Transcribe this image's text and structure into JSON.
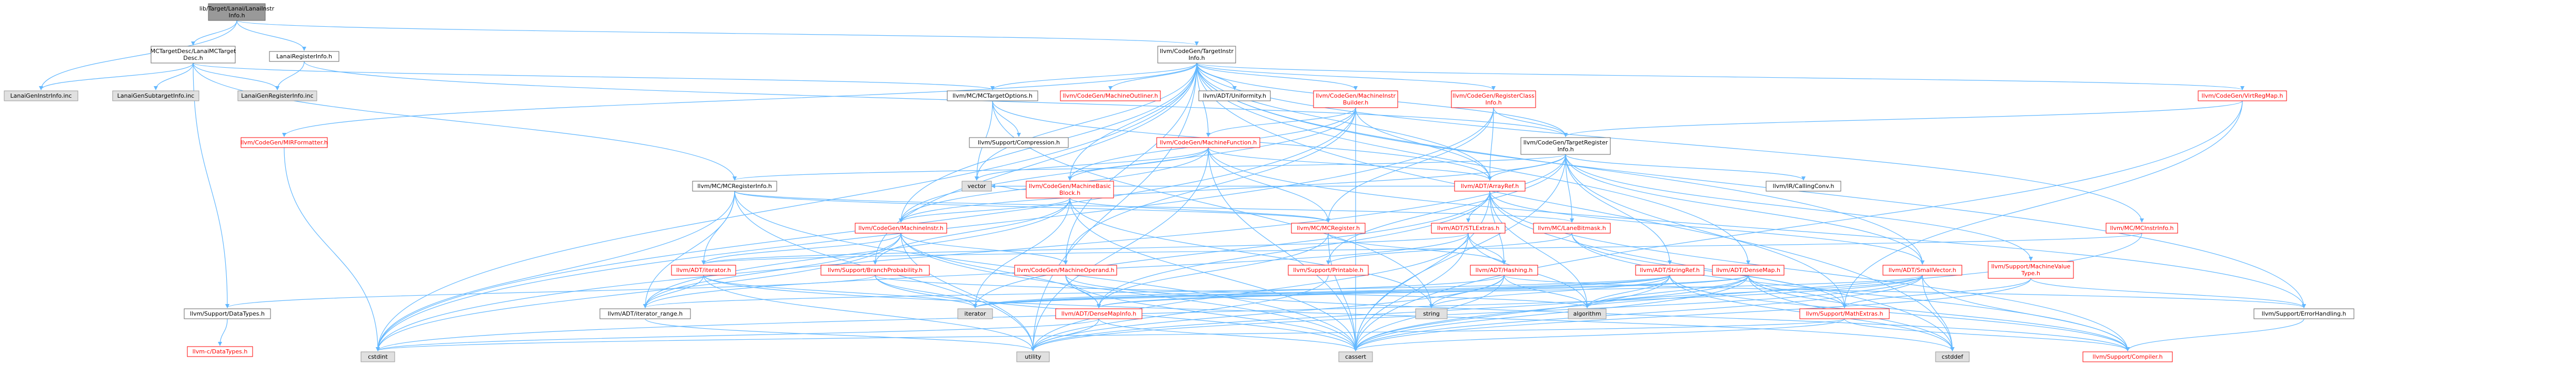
{
  "graph": {
    "colors": {
      "root_fill": "#999999",
      "node_fill": "#ffffff",
      "node_stroke": "#666666",
      "external_fill": "#e0e0e0",
      "external_stroke": "#999999",
      "truncated_stroke": "#ff0000",
      "edge": "#63b8ff",
      "text": "#000000",
      "red_text": "#ff0000"
    },
    "nodes": [
      {
        "id": "root",
        "lines": [
          "lib/Target/Lanai/LanaiInstr",
          "Info.h"
        ],
        "style": "root"
      },
      {
        "id": "mctd",
        "lines": [
          "MCTargetDesc/LanaiMCTarget",
          "Desc.h"
        ],
        "style": "normal"
      },
      {
        "id": "lri",
        "lines": [
          "LanaiRegisterInfo.h"
        ],
        "style": "normal"
      },
      {
        "id": "tii",
        "lines": [
          "llvm/CodeGen/TargetInstr",
          "Info.h"
        ],
        "style": "normal"
      },
      {
        "id": "instrinc",
        "lines": [
          "LanaiGenInstrInfo.inc"
        ],
        "style": "external"
      },
      {
        "id": "subinc",
        "lines": [
          "LanaiGenSubtargetInfo.inc"
        ],
        "style": "external"
      },
      {
        "id": "reginc",
        "lines": [
          "LanaiGenRegisterInfo.inc"
        ],
        "style": "external"
      },
      {
        "id": "mctopt",
        "lines": [
          "llvm/MC/MCTargetOptions.h"
        ],
        "style": "normal"
      },
      {
        "id": "mirfmt",
        "lines": [
          "llvm/CodeGen/MIRFormatter.h"
        ],
        "style": "truncated"
      },
      {
        "id": "mcout",
        "lines": [
          "llvm/CodeGen/MachineOutliner.h"
        ],
        "style": "truncated"
      },
      {
        "id": "unif",
        "lines": [
          "llvm/ADT/Uniformity.h"
        ],
        "style": "normal"
      },
      {
        "id": "mib",
        "lines": [
          "llvm/CodeGen/MachineInstr",
          "Builder.h"
        ],
        "style": "truncated"
      },
      {
        "id": "rcinfo",
        "lines": [
          "llvm/CodeGen/RegisterClass",
          "Info.h"
        ],
        "style": "truncated"
      },
      {
        "id": "vrm",
        "lines": [
          "llvm/CodeGen/VirtRegMap.h"
        ],
        "style": "truncated"
      },
      {
        "id": "compr",
        "lines": [
          "llvm/Support/Compression.h"
        ],
        "style": "normal"
      },
      {
        "id": "mf",
        "lines": [
          "llvm/CodeGen/MachineFunction.h"
        ],
        "style": "truncated"
      },
      {
        "id": "tri",
        "lines": [
          "llvm/CodeGen/TargetRegister",
          "Info.h"
        ],
        "style": "normal"
      },
      {
        "id": "mcri",
        "lines": [
          "llvm/MC/MCRegisterInfo.h"
        ],
        "style": "normal"
      },
      {
        "id": "mbb",
        "lines": [
          "llvm/CodeGen/MachineBasic",
          "Block.h"
        ],
        "style": "truncated"
      },
      {
        "id": "vector",
        "lines": [
          "vector"
        ],
        "style": "external"
      },
      {
        "id": "arrayref",
        "lines": [
          "llvm/ADT/ArrayRef.h"
        ],
        "style": "truncated"
      },
      {
        "id": "callconv",
        "lines": [
          "llvm/IR/CallingConv.h"
        ],
        "style": "normal"
      },
      {
        "id": "mi",
        "lines": [
          "llvm/CodeGen/MachineInstr.h"
        ],
        "style": "truncated"
      },
      {
        "id": "mcreg",
        "lines": [
          "llvm/MC/MCRegister.h"
        ],
        "style": "truncated"
      },
      {
        "id": "stlext",
        "lines": [
          "llvm/ADT/STLExtras.h"
        ],
        "style": "truncated"
      },
      {
        "id": "lanemask",
        "lines": [
          "llvm/MC/LaneBitmask.h"
        ],
        "style": "truncated"
      },
      {
        "id": "mcii",
        "lines": [
          "llvm/MC/MCInstrInfo.h"
        ],
        "style": "truncated"
      },
      {
        "id": "iterator",
        "lines": [
          "llvm/ADT/iterator.h"
        ],
        "style": "truncated"
      },
      {
        "id": "branchprob",
        "lines": [
          "llvm/Support/BranchProbability.h"
        ],
        "style": "truncated"
      },
      {
        "id": "mo",
        "lines": [
          "llvm/CodeGen/MachineOperand.h"
        ],
        "style": "truncated"
      },
      {
        "id": "printable",
        "lines": [
          "llvm/Support/Printable.h"
        ],
        "style": "truncated"
      },
      {
        "id": "hashing",
        "lines": [
          "llvm/ADT/Hashing.h"
        ],
        "style": "truncated"
      },
      {
        "id": "stringref",
        "lines": [
          "llvm/ADT/StringRef.h"
        ],
        "style": "truncated"
      },
      {
        "id": "densemap",
        "lines": [
          "llvm/ADT/DenseMap.h"
        ],
        "style": "truncated"
      },
      {
        "id": "smallvec",
        "lines": [
          "llvm/ADT/SmallVector.h"
        ],
        "style": "truncated"
      },
      {
        "id": "mvt",
        "lines": [
          "llvm/Support/MachineValue",
          "Type.h"
        ],
        "style": "truncated"
      },
      {
        "id": "datatypes",
        "lines": [
          "llvm/Support/DataTypes.h"
        ],
        "style": "normal"
      },
      {
        "id": "iterrange",
        "lines": [
          "llvm/ADT/iterator_range.h"
        ],
        "style": "normal"
      },
      {
        "id": "iteratorstd",
        "lines": [
          "iterator"
        ],
        "style": "external"
      },
      {
        "id": "densemapinfo",
        "lines": [
          "llvm/ADT/DenseMapInfo.h"
        ],
        "style": "truncated"
      },
      {
        "id": "string",
        "lines": [
          "string"
        ],
        "style": "external"
      },
      {
        "id": "algorithm",
        "lines": [
          "algorithm"
        ],
        "style": "external"
      },
      {
        "id": "mathextras",
        "lines": [
          "llvm/Support/MathExtras.h"
        ],
        "style": "truncated"
      },
      {
        "id": "errhandling",
        "lines": [
          "llvm/Support/ErrorHandling.h"
        ],
        "style": "normal"
      },
      {
        "id": "cdatatypes",
        "lines": [
          "llvm-c/DataTypes.h"
        ],
        "style": "truncated"
      },
      {
        "id": "cstdint",
        "lines": [
          "cstdint"
        ],
        "style": "external"
      },
      {
        "id": "utility",
        "lines": [
          "utility"
        ],
        "style": "external"
      },
      {
        "id": "cassert",
        "lines": [
          "cassert"
        ],
        "style": "external"
      },
      {
        "id": "cstddef",
        "lines": [
          "cstddef"
        ],
        "style": "external"
      },
      {
        "id": "compiler",
        "lines": [
          "llvm/Support/Compiler.h"
        ],
        "style": "truncated"
      }
    ],
    "edges": [
      [
        "root",
        "mctd"
      ],
      [
        "root",
        "lri"
      ],
      [
        "root",
        "tii"
      ],
      [
        "root",
        "instrinc"
      ],
      [
        "mctd",
        "mctopt"
      ],
      [
        "mctd",
        "datatypes"
      ],
      [
        "mctd",
        "instrinc"
      ],
      [
        "mctd",
        "subinc"
      ],
      [
        "mctd",
        "reginc"
      ],
      [
        "mctd",
        "mcri"
      ],
      [
        "lri",
        "tri"
      ],
      [
        "lri",
        "reginc"
      ],
      [
        "tii",
        "mctopt"
      ],
      [
        "tii",
        "mirfmt"
      ],
      [
        "tii",
        "mcout"
      ],
      [
        "tii",
        "unif"
      ],
      [
        "tii",
        "mib"
      ],
      [
        "tii",
        "rcinfo"
      ],
      [
        "tii",
        "vrm"
      ],
      [
        "tii",
        "mf"
      ],
      [
        "tii",
        "tri"
      ],
      [
        "tii",
        "mbb"
      ],
      [
        "tii",
        "arrayref"
      ],
      [
        "tii",
        "mi"
      ],
      [
        "tii",
        "mcii"
      ],
      [
        "tii",
        "densemap"
      ],
      [
        "tii",
        "smallvec"
      ],
      [
        "tii",
        "errhandling"
      ],
      [
        "tii",
        "vector"
      ],
      [
        "tii",
        "cstddef"
      ],
      [
        "tii",
        "cstdint"
      ],
      [
        "tii",
        "utility"
      ],
      [
        "tii",
        "mo"
      ],
      [
        "tii",
        "branchprob"
      ],
      [
        "mctopt",
        "compr"
      ],
      [
        "mctopt",
        "arrayref"
      ],
      [
        "mctopt",
        "string"
      ],
      [
        "mctopt",
        "vector"
      ],
      [
        "mirfmt",
        "cstdint"
      ],
      [
        "mib",
        "mf"
      ],
      [
        "mib",
        "mbb"
      ],
      [
        "mib",
        "mi"
      ],
      [
        "mib",
        "mo"
      ],
      [
        "mib",
        "arrayref"
      ],
      [
        "mib",
        "cassert"
      ],
      [
        "mib",
        "cstdint"
      ],
      [
        "rcinfo",
        "tri"
      ],
      [
        "rcinfo",
        "arrayref"
      ],
      [
        "rcinfo",
        "mcreg"
      ],
      [
        "rcinfo",
        "cstdint"
      ],
      [
        "vrm",
        "tri"
      ],
      [
        "vrm",
        "mathextras"
      ],
      [
        "vrm",
        "cassert"
      ],
      [
        "mf",
        "mbb"
      ],
      [
        "mf",
        "arrayref"
      ],
      [
        "mf",
        "mi"
      ],
      [
        "mf",
        "mcreg"
      ],
      [
        "mf",
        "vector"
      ],
      [
        "mf",
        "cassert"
      ],
      [
        "mf",
        "utility"
      ],
      [
        "mf",
        "errhandling"
      ],
      [
        "tri",
        "arrayref"
      ],
      [
        "tri",
        "mi"
      ],
      [
        "tri",
        "mcri"
      ],
      [
        "tri",
        "callconv"
      ],
      [
        "tri",
        "lanemask"
      ],
      [
        "tri",
        "mvt"
      ],
      [
        "tri",
        "mathextras"
      ],
      [
        "tri",
        "printable"
      ],
      [
        "tri",
        "smallvec"
      ],
      [
        "tri",
        "cassert"
      ],
      [
        "tri",
        "cstdint"
      ],
      [
        "tri",
        "stringref"
      ],
      [
        "mcri",
        "mcreg"
      ],
      [
        "mcri",
        "lanemask"
      ],
      [
        "mcri",
        "iterator"
      ],
      [
        "mcri",
        "iterrange"
      ],
      [
        "mcri",
        "cassert"
      ],
      [
        "mcri",
        "cstdint"
      ],
      [
        "mcri",
        "utility"
      ],
      [
        "mbb",
        "mi"
      ],
      [
        "mbb",
        "branchprob"
      ],
      [
        "mbb",
        "mcreg"
      ],
      [
        "mbb",
        "iterrange"
      ],
      [
        "mbb",
        "vector"
      ],
      [
        "mbb",
        "cassert"
      ],
      [
        "mbb",
        "string"
      ],
      [
        "mbb",
        "iteratorstd"
      ],
      [
        "arrayref",
        "hashing"
      ],
      [
        "arrayref",
        "smallvec"
      ],
      [
        "arrayref",
        "stlext"
      ],
      [
        "arrayref",
        "compiler"
      ],
      [
        "arrayref",
        "algorithm"
      ],
      [
        "arrayref",
        "cassert"
      ],
      [
        "arrayref",
        "cstddef"
      ],
      [
        "arrayref",
        "iteratorstd"
      ],
      [
        "arrayref",
        "vector"
      ],
      [
        "arrayref",
        "densemapinfo"
      ],
      [
        "mi",
        "mo"
      ],
      [
        "mi",
        "iterator"
      ],
      [
        "mi",
        "iterrange"
      ],
      [
        "mi",
        "cassert"
      ],
      [
        "mi",
        "cstdint"
      ],
      [
        "mi",
        "utility"
      ],
      [
        "mi",
        "densemapinfo"
      ],
      [
        "mcreg",
        "hashing"
      ],
      [
        "mcreg",
        "densemapinfo"
      ],
      [
        "mcreg",
        "cassert"
      ],
      [
        "mcreg",
        "limits"
      ],
      [
        "stlext",
        "hashing"
      ],
      [
        "stlext",
        "iterator"
      ],
      [
        "stlext",
        "iterrange"
      ],
      [
        "stlext",
        "algorithm"
      ],
      [
        "stlext",
        "cassert"
      ],
      [
        "stlext",
        "utility"
      ],
      [
        "lanemask",
        "mathextras"
      ],
      [
        "lanemask",
        "printable"
      ],
      [
        "lanemask",
        "compiler"
      ],
      [
        "mcii",
        "cassert"
      ],
      [
        "mcii",
        "iterator"
      ],
      [
        "iterator",
        "iterrange"
      ],
      [
        "iterator",
        "iteratorstd"
      ],
      [
        "iterator",
        "cstddef"
      ],
      [
        "iterator",
        "utility"
      ],
      [
        "branchprob",
        "datatypes"
      ],
      [
        "branchprob",
        "algorithm"
      ],
      [
        "branchprob",
        "cassert"
      ],
      [
        "branchprob",
        "iteratorstd"
      ],
      [
        "mo",
        "densemapinfo"
      ],
      [
        "mo",
        "cassert"
      ],
      [
        "mo",
        "compiler"
      ],
      [
        "printable",
        "utility"
      ],
      [
        "hashing",
        "errhandling"
      ],
      [
        "hashing",
        "algorithm"
      ],
      [
        "hashing",
        "cassert"
      ],
      [
        "hashing",
        "string"
      ],
      [
        "hashing",
        "utility"
      ],
      [
        "hashing",
        "iteratorstd"
      ],
      [
        "stringref",
        "densemapinfo"
      ],
      [
        "stringref",
        "iterrange"
      ],
      [
        "stringref",
        "compiler"
      ],
      [
        "stringref",
        "algorithm"
      ],
      [
        "stringref",
        "cassert"
      ],
      [
        "stringref",
        "string"
      ],
      [
        "stringref",
        "iteratorstd"
      ],
      [
        "stringref",
        "cstddef"
      ],
      [
        "densemap",
        "densemapinfo"
      ],
      [
        "densemap",
        "mathextras"
      ],
      [
        "densemap",
        "algorithm"
      ],
      [
        "densemap",
        "cassert"
      ],
      [
        "densemap",
        "cstddef"
      ],
      [
        "densemap",
        "iteratorstd"
      ],
      [
        "densemap",
        "utility"
      ],
      [
        "densemap",
        "compiler"
      ],
      [
        "smallvec",
        "compiler"
      ],
      [
        "smallvec",
        "algorithm"
      ],
      [
        "smallvec",
        "cassert"
      ],
      [
        "smallvec",
        "cstddef"
      ],
      [
        "smallvec",
        "iteratorstd"
      ],
      [
        "smallvec",
        "utility"
      ],
      [
        "smallvec",
        "cstdint"
      ],
      [
        "mvt",
        "errhandling"
      ],
      [
        "mvt",
        "mathextras"
      ],
      [
        "mvt",
        "cassert"
      ],
      [
        "datatypes",
        "cdatatypes"
      ],
      [
        "iterrange",
        "utility"
      ],
      [
        "densemapinfo",
        "cassert"
      ],
      [
        "densemapinfo",
        "cstdint"
      ],
      [
        "densemapinfo",
        "utility"
      ],
      [
        "mathextras",
        "compiler"
      ],
      [
        "mathextras",
        "cassert"
      ],
      [
        "mathextras",
        "cstdint"
      ],
      [
        "errhandling",
        "compiler"
      ]
    ]
  }
}
